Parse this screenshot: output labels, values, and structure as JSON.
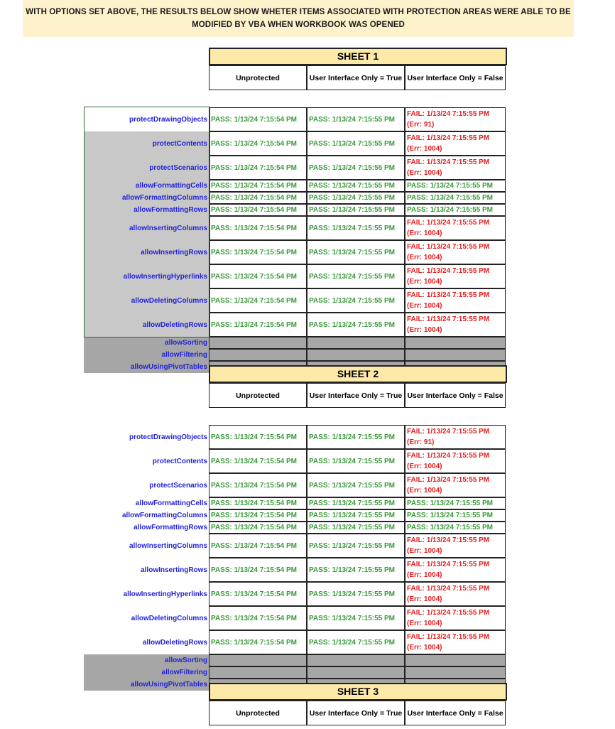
{
  "banner": {
    "line1": "WITH OPTIONS SET ABOVE, THE RESULTS BELOW SHOW WHETER ITEMS ASSOCIATED WITH PROTECTION AREAS WERE ABLE TO BE",
    "line2": "MODIFIED BY VBA WHEN WORKBOOK WAS OPENED"
  },
  "columns": [
    "Unprotected",
    "User Interface Only = True",
    "User Interface Only = False"
  ],
  "sheets": [
    {
      "title": "SHEET 1",
      "rows": [
        {
          "label": "protectDrawingObjects",
          "c1": "PASS: 1/13/24 7:15:54 PM",
          "c2": "PASS: 1/13/24 7:15:55 PM",
          "c3": "FAIL: 1/13/24 7:15:55 PM",
          "c3b": "(Err: 91)"
        },
        {
          "label": "protectContents",
          "c1": "PASS: 1/13/24 7:15:54 PM",
          "c2": "PASS: 1/13/24 7:15:55 PM",
          "c3": "FAIL: 1/13/24 7:15:55 PM",
          "c3b": "(Err: 1004)"
        },
        {
          "label": "protectScenarios",
          "c1": "PASS: 1/13/24 7:15:54 PM",
          "c2": "PASS: 1/13/24 7:15:55 PM",
          "c3": "FAIL: 1/13/24 7:15:55 PM",
          "c3b": "(Err: 1004)"
        },
        {
          "label": "allowFormattingCells",
          "c1": "PASS: 1/13/24 7:15:54 PM",
          "c2": "PASS: 1/13/24 7:15:55 PM",
          "c3": "PASS: 1/13/24 7:15:55 PM"
        },
        {
          "label": "allowFormattingColumns",
          "c1": "PASS: 1/13/24 7:15:54 PM",
          "c2": "PASS: 1/13/24 7:15:55 PM",
          "c3": "PASS: 1/13/24 7:15:55 PM"
        },
        {
          "label": "allowFormattingRows",
          "c1": "PASS: 1/13/24 7:15:54 PM",
          "c2": "PASS: 1/13/24 7:15:55 PM",
          "c3": "PASS: 1/13/24 7:15:55 PM"
        },
        {
          "label": "allowInsertingColumns",
          "c1": "PASS: 1/13/24 7:15:54 PM",
          "c2": "PASS: 1/13/24 7:15:55 PM",
          "c3": "FAIL: 1/13/24 7:15:55 PM",
          "c3b": "(Err: 1004)"
        },
        {
          "label": "allowInsertingRows",
          "c1": "PASS: 1/13/24 7:15:54 PM",
          "c2": "PASS: 1/13/24 7:15:55 PM",
          "c3": "FAIL: 1/13/24 7:15:55 PM",
          "c3b": "(Err: 1004)"
        },
        {
          "label": "allowInsertingHyperlinks",
          "c1": "PASS: 1/13/24 7:15:54 PM",
          "c2": "PASS: 1/13/24 7:15:55 PM",
          "c3": "FAIL: 1/13/24 7:15:55 PM",
          "c3b": "(Err: 1004)"
        },
        {
          "label": "allowDeletingColumns",
          "c1": "PASS: 1/13/24 7:15:54 PM",
          "c2": "PASS: 1/13/24 7:15:55 PM",
          "c3": "FAIL: 1/13/24 7:15:55 PM",
          "c3b": "(Err: 1004)"
        },
        {
          "label": "allowDeletingRows",
          "c1": "PASS: 1/13/24 7:15:54 PM",
          "c2": "PASS: 1/13/24 7:15:55 PM",
          "c3": "FAIL: 1/13/24 7:15:55 PM",
          "c3b": "(Err: 1004)"
        },
        {
          "label": "allowSorting"
        },
        {
          "label": "allowFiltering"
        },
        {
          "label": "allowUsingPivotTables"
        }
      ]
    },
    {
      "title": "SHEET 2",
      "rows": [
        {
          "label": "protectDrawingObjects",
          "c1": "PASS: 1/13/24 7:15:54 PM",
          "c2": "PASS: 1/13/24 7:15:55 PM",
          "c3": "FAIL: 1/13/24 7:15:55 PM",
          "c3b": "(Err: 91)"
        },
        {
          "label": "protectContents",
          "c1": "PASS: 1/13/24 7:15:54 PM",
          "c2": "PASS: 1/13/24 7:15:55 PM",
          "c3": "FAIL: 1/13/24 7:15:55 PM",
          "c3b": "(Err: 1004)"
        },
        {
          "label": "protectScenarios",
          "c1": "PASS: 1/13/24 7:15:54 PM",
          "c2": "PASS: 1/13/24 7:15:55 PM",
          "c3": "FAIL: 1/13/24 7:15:55 PM",
          "c3b": "(Err: 1004)"
        },
        {
          "label": "allowFormattingCells",
          "c1": "PASS: 1/13/24 7:15:54 PM",
          "c2": "PASS: 1/13/24 7:15:55 PM",
          "c3": "PASS: 1/13/24 7:15:55 PM"
        },
        {
          "label": "allowFormattingColumns",
          "c1": "PASS: 1/13/24 7:15:54 PM",
          "c2": "PASS: 1/13/24 7:15:55 PM",
          "c3": "PASS: 1/13/24 7:15:55 PM"
        },
        {
          "label": "allowFormattingRows",
          "c1": "PASS: 1/13/24 7:15:54 PM",
          "c2": "PASS: 1/13/24 7:15:55 PM",
          "c3": "PASS: 1/13/24 7:15:55 PM"
        },
        {
          "label": "allowInsertingColumns",
          "c1": "PASS: 1/13/24 7:15:54 PM",
          "c2": "PASS: 1/13/24 7:15:55 PM",
          "c3": "FAIL: 1/13/24 7:15:55 PM",
          "c3b": "(Err: 1004)"
        },
        {
          "label": "allowInsertingRows",
          "c1": "PASS: 1/13/24 7:15:54 PM",
          "c2": "PASS: 1/13/24 7:15:55 PM",
          "c3": "FAIL: 1/13/24 7:15:55 PM",
          "c3b": "(Err: 1004)"
        },
        {
          "label": "allowInsertingHyperlinks",
          "c1": "PASS: 1/13/24 7:15:54 PM",
          "c2": "PASS: 1/13/24 7:15:55 PM",
          "c3": "FAIL: 1/13/24 7:15:55 PM",
          "c3b": "(Err: 1004)"
        },
        {
          "label": "allowDeletingColumns",
          "c1": "PASS: 1/13/24 7:15:54 PM",
          "c2": "PASS: 1/13/24 7:15:55 PM",
          "c3": "FAIL: 1/13/24 7:15:55 PM",
          "c3b": "(Err: 1004)"
        },
        {
          "label": "allowDeletingRows",
          "c1": "PASS: 1/13/24 7:15:54 PM",
          "c2": "PASS: 1/13/24 7:15:55 PM",
          "c3": "FAIL: 1/13/24 7:15:55 PM",
          "c3b": "(Err: 1004)"
        },
        {
          "label": "allowSorting"
        },
        {
          "label": "allowFiltering"
        },
        {
          "label": "allowUsingPivotTables"
        }
      ]
    },
    {
      "title": "SHEET 3",
      "rows": []
    }
  ]
}
